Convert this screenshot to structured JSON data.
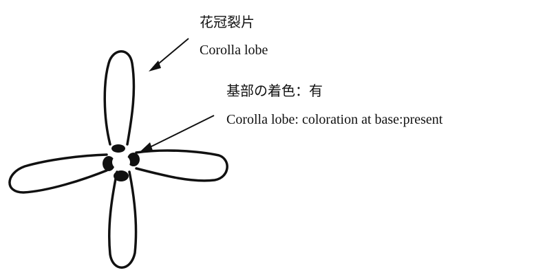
{
  "labels": {
    "lobe_jp": "花冠裂片",
    "lobe_en": "Corolla lobe",
    "coloration_jp": "基部の着色：有",
    "coloration_en": "Corolla lobe: coloration at base:present"
  },
  "colors": {
    "ink": "#111111",
    "background": "#ffffff"
  }
}
